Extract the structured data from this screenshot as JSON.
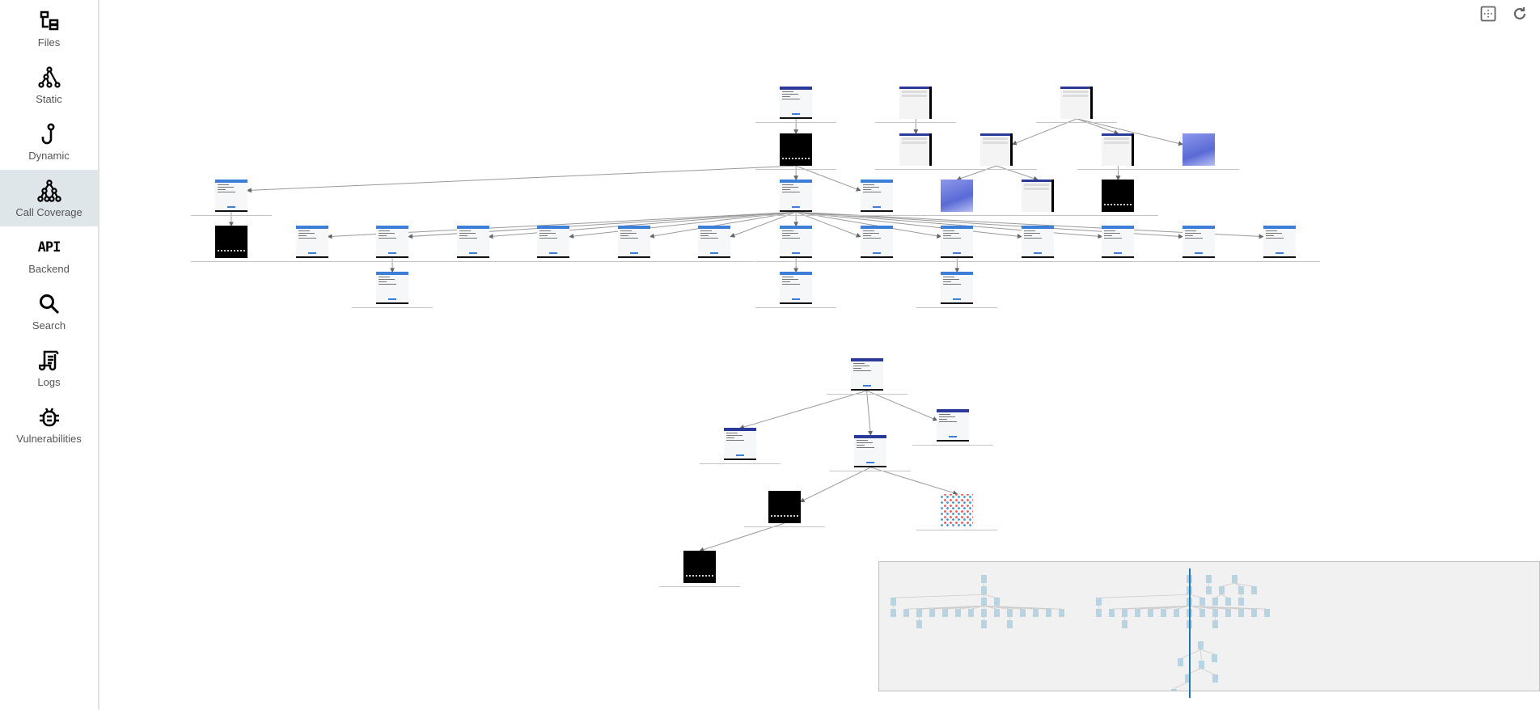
{
  "sidebar": {
    "items": [
      {
        "label": "Files",
        "icon": "files-icon",
        "active": false
      },
      {
        "label": "Static",
        "icon": "static-graph-icon",
        "active": false
      },
      {
        "label": "Dynamic",
        "icon": "hook-icon",
        "active": false
      },
      {
        "label": "Call Coverage",
        "icon": "call-tree-icon",
        "active": true
      },
      {
        "label": "API",
        "icon": "api-icon",
        "active": false
      },
      {
        "label": "Search",
        "icon": "search-icon",
        "active": false
      },
      {
        "label": "Logs",
        "icon": "scroll-icon",
        "active": false
      },
      {
        "label": "Vulnerabilities",
        "icon": "bug-icon",
        "active": false
      }
    ],
    "labels": [
      "Files",
      "Static",
      "Dynamic",
      "Call Coverage",
      "Backend",
      "Search",
      "Logs",
      "Vulnerabilities"
    ],
    "api_glyph": "API"
  },
  "toolbar": {
    "fit_icon": "fit-view-icon",
    "refresh_icon": "refresh-icon"
  },
  "colors": {
    "accent": "#3d7fd8",
    "active_bg": "#dfe6ea",
    "minimap_node": "#b7d4e3",
    "viewport": "#1a78b8"
  }
}
